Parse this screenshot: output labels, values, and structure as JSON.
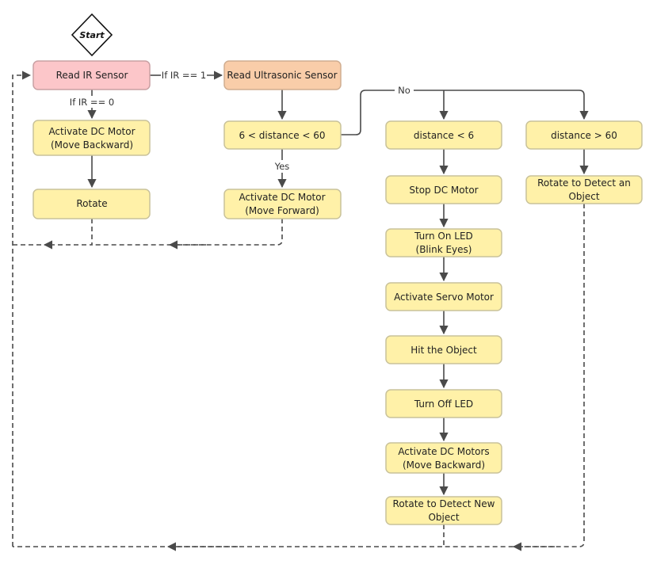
{
  "start": {
    "label": "Start"
  },
  "nodes": {
    "read_ir": "Read IR Sensor",
    "read_ultrasonic": "Read Ultrasonic Sensor",
    "dc_backward": [
      "Activate DC Motor",
      "(Move Backward)"
    ],
    "rotate": "Rotate",
    "distance_mid": "6 < distance < 60",
    "dc_forward": [
      "Activate DC Motor",
      "(Move Forward)"
    ],
    "distance_lt": "distance < 6",
    "distance_gt": "distance > 60",
    "stop_dc": "Stop DC Motor",
    "rotate_detect_object": [
      "Rotate to Detect an",
      "Object"
    ],
    "led_on": [
      "Turn On LED",
      "(Blink Eyes)"
    ],
    "servo": "Activate Servo Motor",
    "hit": "Hit the Object",
    "led_off": "Turn Off LED",
    "dc_motors_backward": [
      "Activate DC Motors",
      "(Move Backward)"
    ],
    "rotate_new": [
      "Rotate to Detect New",
      "Object"
    ]
  },
  "edges": {
    "ir_eq_1": "If IR == 1",
    "ir_eq_0": "If IR == 0",
    "yes": "Yes",
    "no": "No"
  },
  "colors": {
    "read_ir_fill": "#fcc6c9",
    "read_ir_stroke": "#c9a0a3",
    "ultrasonic_fill": "#f9cda9",
    "ultrasonic_stroke": "#d0ad90",
    "action_fill": "#fff1a8",
    "action_stroke": "#c9c29a",
    "line": "#4a4a4a"
  }
}
